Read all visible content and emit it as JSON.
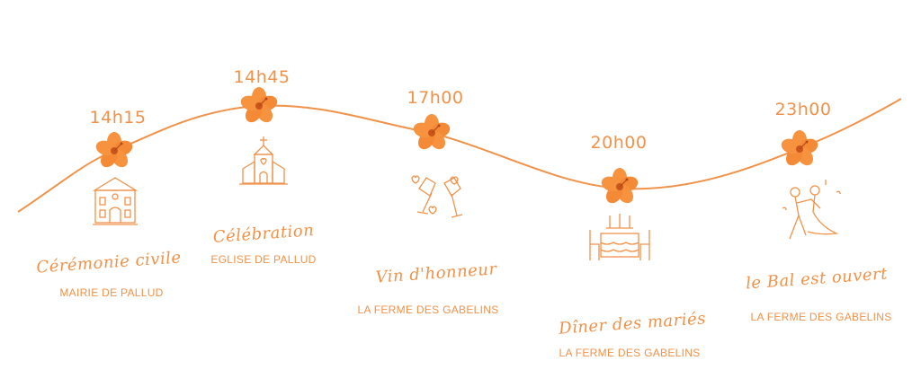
{
  "events": [
    {
      "time": "14h15",
      "title": "Cérémonie civile",
      "place": "MAIRIE DE PALLUD",
      "icon": "town-hall-icon"
    },
    {
      "time": "14h45",
      "title": "Célébration",
      "place": "EGLISE DE PALLUD",
      "icon": "church-icon"
    },
    {
      "time": "17h00",
      "title": "Vin d'honneur",
      "place": "LA FERME DES GABELINS",
      "icon": "champagne-toast-icon"
    },
    {
      "time": "20h00",
      "title": "Dîner des mariés",
      "place": "LA FERME DES GABELINS",
      "icon": "dinner-table-icon"
    },
    {
      "time": "23h00",
      "title": "le Bal est ouvert",
      "place": "LA FERME DES GABELINS",
      "icon": "dancing-couple-icon"
    }
  ],
  "colors": {
    "accent": "#f0924a",
    "flower": "#f5883a",
    "flower_center": "#c8561a"
  }
}
